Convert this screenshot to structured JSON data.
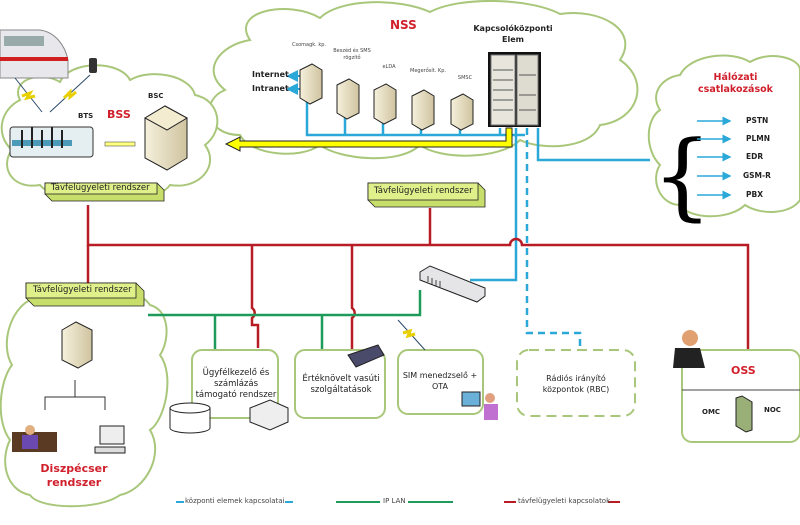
{
  "colors": {
    "central_link": "#2aa8d8",
    "ip_lan": "#1e9a5a",
    "monitoring_link": "#b81c24",
    "cloud_outline": "#a9c77a",
    "tag_fill": "#dff08a",
    "title_red": "#d0202c",
    "yellow_arrow": "#ffff00"
  },
  "nss": {
    "title": "NSS",
    "switch_element_label": "Kapcsolóközponti Elem",
    "servers": [
      {
        "label": "Csomagk. kp.",
        "icon": "server-icon"
      },
      {
        "label": "Beszéd és SMS rögzítő",
        "icon": "server-icon"
      },
      {
        "label": "eLDA",
        "icon": "server-icon"
      },
      {
        "label": "Megerősít. Kp.",
        "icon": "server-icon"
      },
      {
        "label": "SMSC",
        "icon": "server-icon"
      }
    ],
    "outputs": [
      "Internet",
      "Intranet"
    ]
  },
  "bss": {
    "title": "BSS",
    "bts_label": "BTS",
    "bsc_label": "BSC",
    "icons": [
      "train-icon",
      "mobile-phone-icon",
      "lightning-icon",
      "bts-rack-icon",
      "bsc-cabinet-icon"
    ]
  },
  "network_connections": {
    "title": "Hálózati csatlakozások",
    "items": [
      "PSTN",
      "PLMN",
      "EDR",
      "GSM-R",
      "PBX"
    ]
  },
  "remote_monitoring_tags": [
    "Távfelügyeleti rendszer",
    "Távfelügyeleti rendszer",
    "Távfelügyeleti rendszer"
  ],
  "systems": {
    "customer_billing": "Ügyfélkezelő és számlázás támogató rendszer",
    "value_added": "Értéknövelt vasúti szolgáltatások",
    "sim_management": "SIM menedzselő + OTA",
    "rbc": "Rádiós irányító központok (RBC)"
  },
  "dispatcher": {
    "title": "Diszpécser rendszer"
  },
  "oss": {
    "title": "OSS",
    "left": "OMC",
    "right": "NOC"
  },
  "legend": [
    {
      "label": "központi elemek kapcsolatai",
      "color": "#2aa8d8"
    },
    {
      "label": "IP LAN",
      "color": "#1e9a5a"
    },
    {
      "label": "távfelügyeleti kapcsolatok",
      "color": "#b81c24"
    }
  ]
}
